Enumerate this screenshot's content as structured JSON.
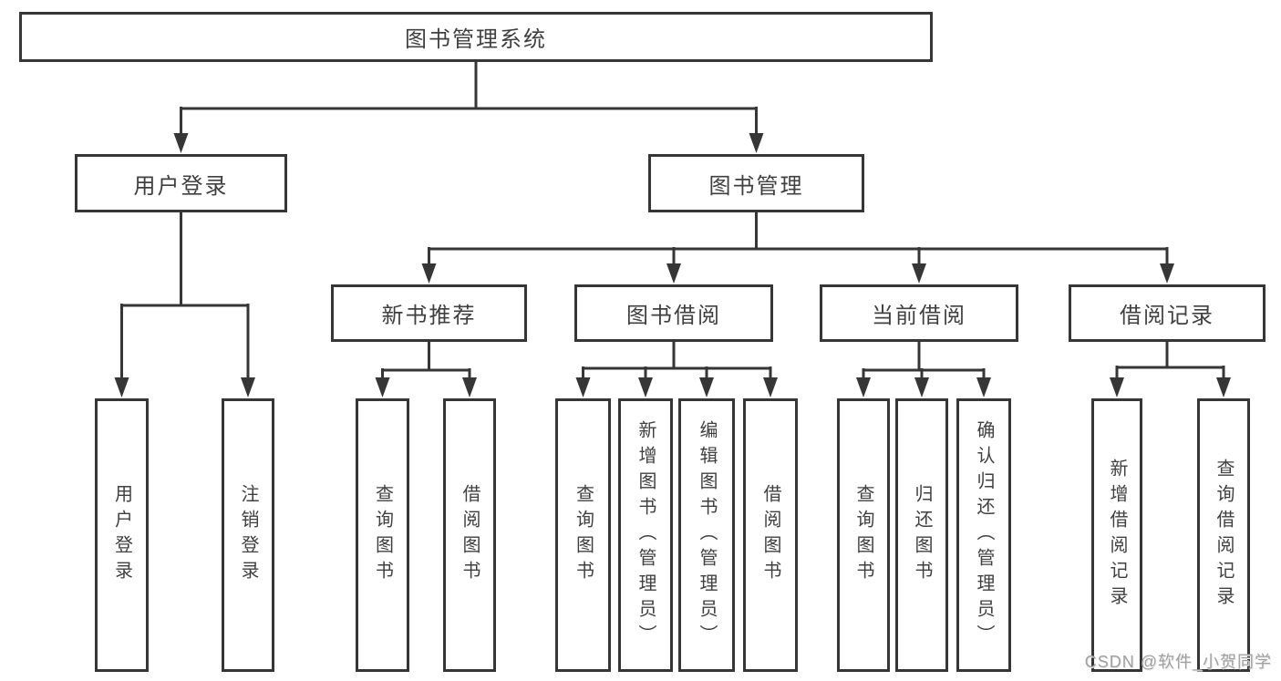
{
  "tree": {
    "root": {
      "label": "图书管理系统"
    },
    "branches": [
      {
        "label": "用户登录",
        "children": [
          {
            "label": "用户登录"
          },
          {
            "label": "注销登录"
          }
        ]
      },
      {
        "label": "图书管理",
        "children": [
          {
            "label": "新书推荐",
            "children": [
              {
                "label": "查询图书"
              },
              {
                "label": "借阅图书"
              }
            ]
          },
          {
            "label": "图书借阅",
            "children": [
              {
                "label": "查询图书"
              },
              {
                "label": "新增图书（管理员）"
              },
              {
                "label": "编辑图书（管理员）"
              },
              {
                "label": "借阅图书"
              }
            ]
          },
          {
            "label": "当前借阅",
            "children": [
              {
                "label": "查询图书"
              },
              {
                "label": "归还图书"
              },
              {
                "label": "确认归还（管理员）"
              }
            ]
          },
          {
            "label": "借阅记录",
            "children": [
              {
                "label": "新增借阅记录"
              },
              {
                "label": "查询借阅记录"
              }
            ]
          }
        ]
      }
    ]
  },
  "watermark": {
    "text": "CSDN @软件_小贺同学"
  },
  "colors": {
    "line": "#363636",
    "text": "#404040",
    "background": "#ffffff",
    "watermark": "#a0a0a0"
  }
}
